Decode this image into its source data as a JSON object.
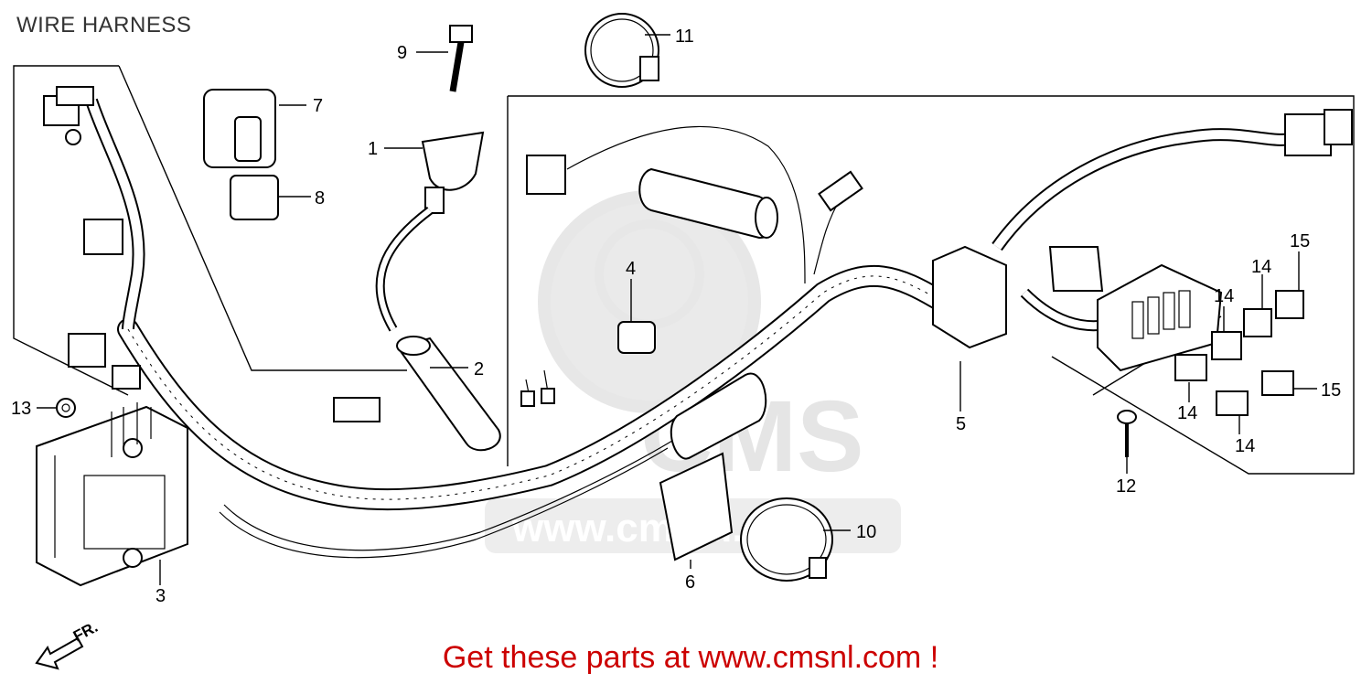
{
  "title": "WIRE HARNESS",
  "promo": "Get these parts at www.cmsnl.com !",
  "direction_label": "FR.",
  "watermark": {
    "text": "CMS",
    "url": "www.cmsnl.com",
    "color": "#d9d9d9"
  },
  "callouts": [
    {
      "id": "c1",
      "label": "1"
    },
    {
      "id": "c2",
      "label": "2"
    },
    {
      "id": "c3",
      "label": "3"
    },
    {
      "id": "c4",
      "label": "4"
    },
    {
      "id": "c5",
      "label": "5"
    },
    {
      "id": "c6",
      "label": "6"
    },
    {
      "id": "c7",
      "label": "7"
    },
    {
      "id": "c8",
      "label": "8"
    },
    {
      "id": "c9",
      "label": "9"
    },
    {
      "id": "c10",
      "label": "10"
    },
    {
      "id": "c11",
      "label": "11"
    },
    {
      "id": "c12",
      "label": "12"
    },
    {
      "id": "c13",
      "label": "13"
    },
    {
      "id": "c14a",
      "label": "14"
    },
    {
      "id": "c14b",
      "label": "14"
    },
    {
      "id": "c14c",
      "label": "14"
    },
    {
      "id": "c14d",
      "label": "14"
    },
    {
      "id": "c15a",
      "label": "15"
    },
    {
      "id": "c15b",
      "label": "15"
    }
  ]
}
